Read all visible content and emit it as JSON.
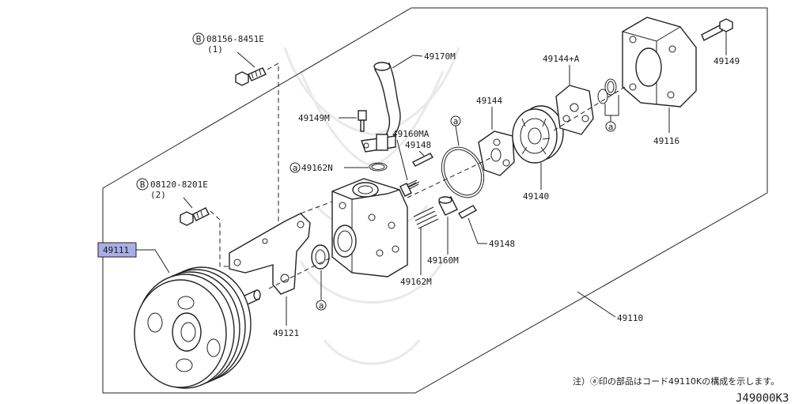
{
  "diagram": {
    "labels": {
      "bolt_b1_code": "08156-8451E",
      "bolt_b1_qty": "(1)",
      "bolt_b2_code": "08120-8201E",
      "bolt_b2_qty": "(2)",
      "p49170M": "49170M",
      "p49144A": "49144+A",
      "p49149": "49149",
      "p49144": "49144",
      "p49149M": "49149M",
      "p49160MA": "49160MA",
      "p49148_top": "49148",
      "p49162N": "49162N",
      "p49116": "49116",
      "p49140": "49140",
      "p49148_bottom": "49148",
      "p49160M": "49160M",
      "p49162M": "49162M",
      "p49111": "49111",
      "p49121": "49121",
      "p49110": "49110"
    },
    "circle_marker": "a",
    "bolt_marker": "B",
    "footnote": "注）ⓐ印の部品はコード49110Kの構成を示します。",
    "drawing_code": "J49000K3",
    "highlight_color": "#a9aee6"
  }
}
